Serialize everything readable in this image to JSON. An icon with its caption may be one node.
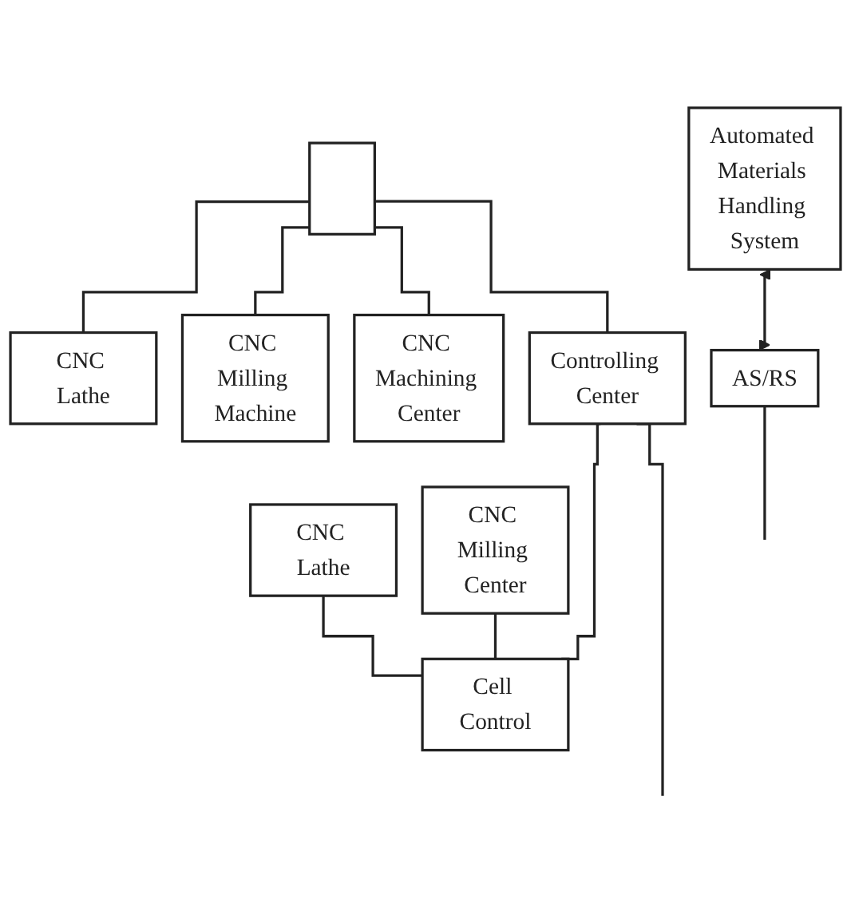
{
  "diagram": {
    "nodes": [
      {
        "text": [
          "CNC Lathe"
        ]
      },
      {
        "text": [
          "CNC Milling Machine"
        ]
      },
      {
        "text": [
          "CNC Machining Center"
        ]
      },
      {
        "text": [],
        "shape": "box"
      },
      {
        "text": [
          "Controlling Center"
        ]
      },
      {
        "text": [
          "Automated Materials Handling System"
        ]
      },
      {
        "text": [
          "AS/RS"
        ]
      },
      {
        "text": [
          "CNC Lathe"
        ]
      },
      {
        "text": [
          "CNC Milling Center"
        ]
      },
      {
        "text": [
          "Cell Control"
        ]
      }
    ],
    "edges": [
      {
        "from": 3,
        "to": 0,
        "arrow": "none"
      },
      {
        "from": 3,
        "to": 1,
        "arrow": "none"
      },
      {
        "from": 3,
        "to": 2,
        "arrow": "none"
      },
      {
        "from": 3,
        "to": 4,
        "arrow": "none"
      },
      {
        "from": 4,
        "to": 9,
        "arrow": "none"
      },
      {
        "from": 4,
        "to": null,
        "arrow": "none"
      },
      {
        "from": 5,
        "to": 6,
        "arrow": "both"
      },
      {
        "from": 6,
        "to": null,
        "arrow": "none"
      },
      {
        "from": 7,
        "to": 9,
        "arrow": "none"
      },
      {
        "from": 8,
        "to": 9,
        "arrow": "none"
      }
    ]
  }
}
